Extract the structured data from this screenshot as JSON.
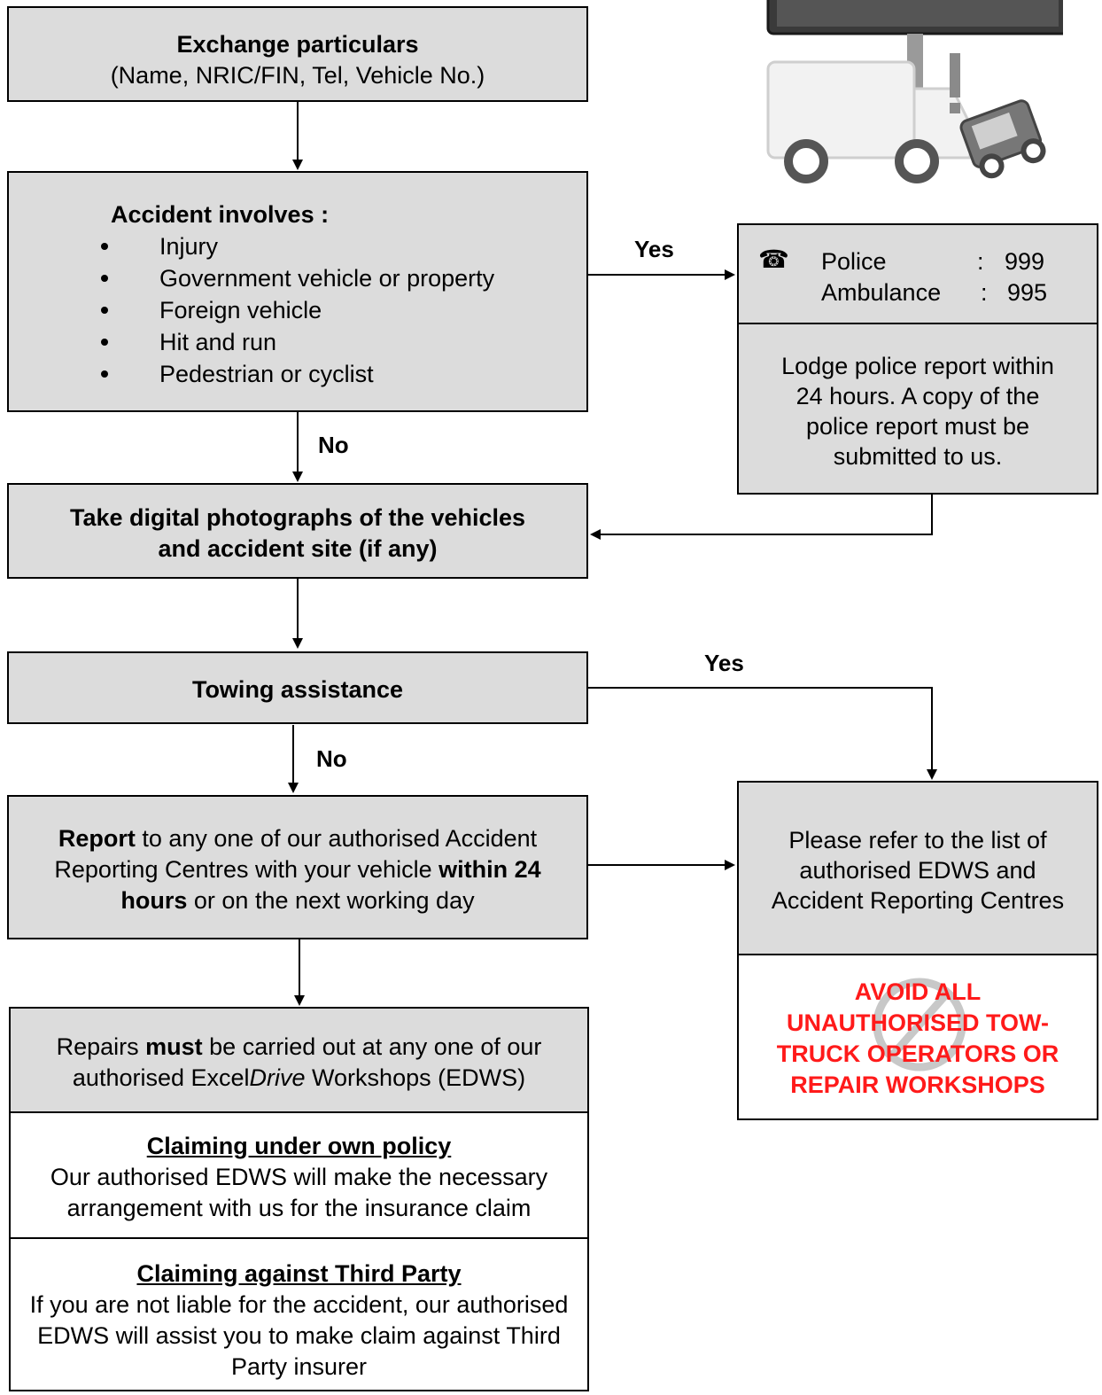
{
  "exchange": {
    "title": "Exchange particulars",
    "subtitle": "(Name, NRIC/FIN, Tel, Vehicle No.)"
  },
  "accident": {
    "title": "Accident involves :",
    "items": [
      "Injury",
      "Government vehicle or property",
      "Foreign vehicle",
      "Hit and run",
      "Pedestrian or cyclist"
    ]
  },
  "labels": {
    "yes1": "Yes",
    "no1": "No",
    "yes2": "Yes",
    "no2": "No"
  },
  "contacts": {
    "phone_icon": "☎",
    "police_label": "Police",
    "police_number": "999",
    "ambulance_label": "Ambulance",
    "ambulance_number": "995",
    "separator": ":"
  },
  "lodge": {
    "text": "Lodge police report within 24 hours. A copy of the police report must be submitted to us."
  },
  "photos": {
    "line1": "Take digital photographs of the vehicles",
    "line2": "and accident site (if any)"
  },
  "towing": {
    "title": "Towing assistance"
  },
  "report": {
    "p1": "Report",
    "p2": " to any one of our authorised Accident Reporting Centres with your vehicle ",
    "p3": "within 24 hours",
    "p4": " or on the next working day"
  },
  "refer": {
    "text": "Please refer to the list of authorised EDWS and Accident Reporting Centres"
  },
  "avoid": {
    "line1": "AVOID ALL",
    "line2": "UNAUTHORISED TOW-",
    "line3": "TRUCK OPERATORS OR",
    "line4": "REPAIR WORKSHOPS"
  },
  "repairs": {
    "p1": "Repairs ",
    "p2": "must",
    "p3": " be carried out at any one of our authorised Excel",
    "p4": "Drive",
    "p5": " Workshops (EDWS)"
  },
  "own_policy": {
    "heading": "Claiming under own policy",
    "text": "Our authorised EDWS will make the necessary arrangement with us for the insurance claim"
  },
  "third_party": {
    "heading": "Claiming against Third Party",
    "text": "If you are not liable for the accident, our authorised EDWS will assist you to make claim against Third Party insurer"
  },
  "icons": {
    "illustration": "truck-car-collision-illustration",
    "prohibition": "prohibition-icon"
  },
  "colors": {
    "box_fill": "#dcdcdc",
    "warning_text": "#ff1a1a"
  }
}
